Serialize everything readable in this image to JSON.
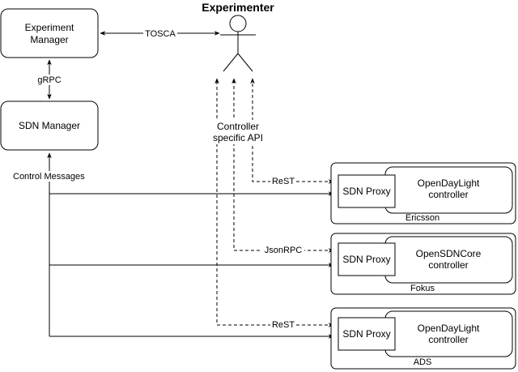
{
  "nodes": {
    "experiment_manager": {
      "line1": "Experiment",
      "line2": "Manager"
    },
    "sdn_manager": {
      "label": "SDN Manager"
    },
    "experimenter": {
      "label": "Experimenter"
    },
    "sites": [
      {
        "site": "Ericsson",
        "proxy": "SDN Proxy",
        "controller_line1": "OpenDayLight",
        "controller_line2": "controller"
      },
      {
        "site": "Fokus",
        "proxy": "SDN Proxy",
        "controller_line1": "OpenSDNCore",
        "controller_line2": "controller"
      },
      {
        "site": "ADS",
        "proxy": "SDN Proxy",
        "controller_line1": "OpenDayLight",
        "controller_line2": "controller"
      }
    ]
  },
  "edges": {
    "tosca": "TOSCA",
    "grpc": "gRPC",
    "control_messages": "Control Messages",
    "api_line1": "Controller",
    "api_line2": "specific API",
    "site_protocols": [
      "ReST",
      "JsonRPC",
      "ReST"
    ]
  },
  "colors": {
    "stroke": "#000000",
    "fill": "#ffffff"
  }
}
